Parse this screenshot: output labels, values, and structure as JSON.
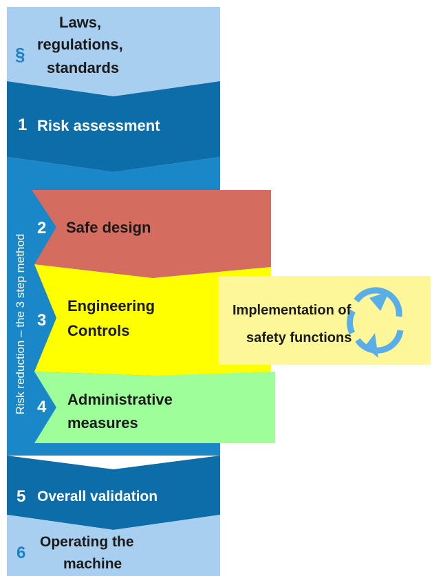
{
  "colors": {
    "light_blue": "#a9cff0",
    "mid_blue": "#1a87c9",
    "dark_blue": "#0c6da8",
    "safe_design_red": "#d46c60",
    "engineering_yellow": "#ffff00",
    "implementation_pale_yellow": "#fdf79a",
    "administrative_green": "#9eff9a",
    "cycle_arrow": "#5aaee8"
  },
  "step_laws": {
    "symbol": "§",
    "lines": [
      "Laws,",
      "regulations,",
      "standards"
    ]
  },
  "step_1": {
    "number": "1",
    "label": "Risk assessment"
  },
  "risk_reduction_label": "Risk reduction – the 3 step method",
  "step_2": {
    "number": "2",
    "label": "Safe design"
  },
  "step_3": {
    "number": "3",
    "lines": [
      "Engineering",
      "Controls"
    ]
  },
  "implementation": {
    "lines": [
      "Implementation of",
      "safety functions"
    ],
    "icon": "cycle-arrows-icon"
  },
  "step_4": {
    "number": "4",
    "lines": [
      "Administrative",
      "measures"
    ]
  },
  "step_5": {
    "number": "5",
    "label": "Overall validation"
  },
  "step_6": {
    "number": "6",
    "lines": [
      "Operating the",
      "machine"
    ]
  }
}
